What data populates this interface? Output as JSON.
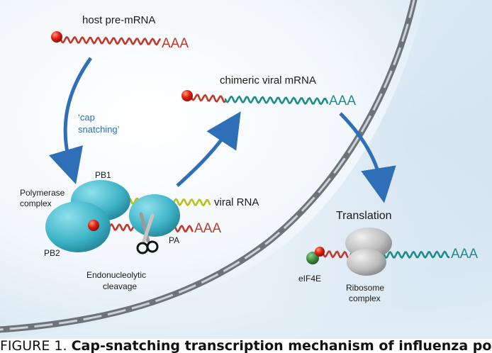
{
  "labels": {
    "host_pre_mrna": "host pre-mRNA",
    "aaa_host": "AAA",
    "cap_snatching_line1": "‘cap",
    "cap_snatching_line2": "snatching’",
    "chimeric_viral_mrna": "chimeric viral mRNA",
    "aaa_chimeric": "AAA",
    "pb1": "PB1",
    "polymerase_line1": "Polymerase",
    "polymerase_line2": "complex",
    "pb2": "PB2",
    "pa": "PA",
    "viral_rna": "viral RNA",
    "aaa_polymerase": "AAA",
    "endonucleolytic_line1": "Endonucleolytic",
    "endonucleolytic_line2": "cleavage",
    "translation": "Translation",
    "eif4e": "eIF4E",
    "ribosome_line1": "Ribosome",
    "ribosome_line2": "complex",
    "aaa_translation": "AAA"
  },
  "caption": {
    "prefix": "FIGURE 1. ",
    "title": "Cap-snatching transcription mechanism of influenza polymerase"
  },
  "colors": {
    "host_rna": "#c0392b",
    "viral_rna": "#1e8c8c",
    "template_rna": "#b8c214",
    "cap": "#e02010",
    "polymerase": "#3fb5c8",
    "ribosome": "#b8b8b8",
    "eif4e": "#3a8a3a",
    "arrow": "#2f6fb8",
    "aaa_host": "#c0392b",
    "aaa_viral": "#1e8c8c"
  },
  "icons": [
    "scissors-icon",
    "arrow-icon",
    "cap-icon"
  ]
}
